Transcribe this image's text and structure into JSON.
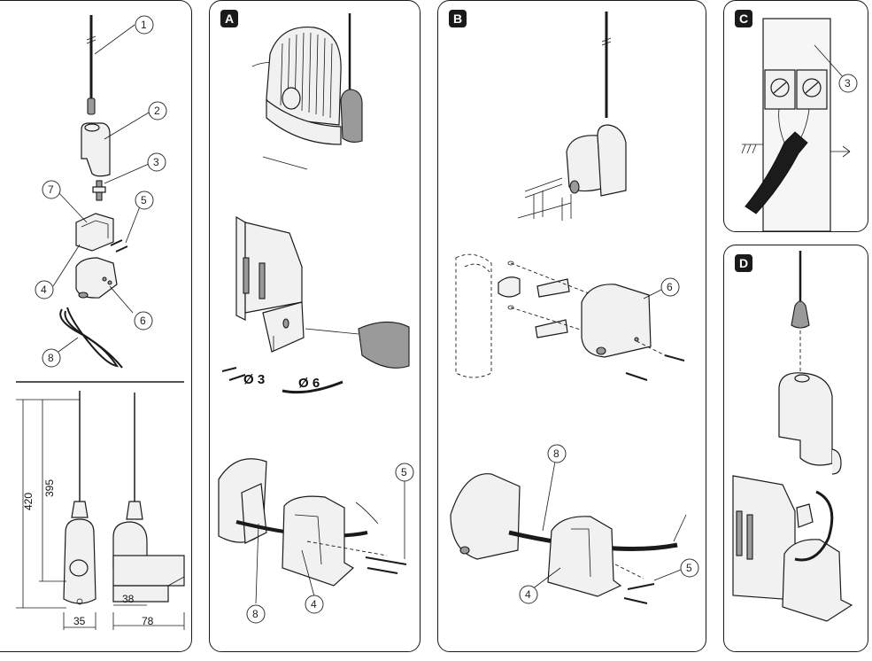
{
  "panels": {
    "a": "A",
    "b": "B",
    "c": "C",
    "d": "D"
  },
  "callouts": {
    "n1": "1",
    "n2": "2",
    "n3": "3",
    "n4": "4",
    "n5": "5",
    "n6": "6",
    "n7": "7",
    "n8": "8"
  },
  "dimensions": {
    "h420": "420",
    "h395": "395",
    "w35": "35",
    "w38": "38",
    "w78": "78"
  },
  "drill": {
    "d3": "Ø 3",
    "d6": "Ø 6"
  },
  "colors": {
    "line": "#1a1a1a",
    "fill_light": "#f1f1f1",
    "fill_mid": "#9a9a9a",
    "cable": "#1b1b1b"
  }
}
